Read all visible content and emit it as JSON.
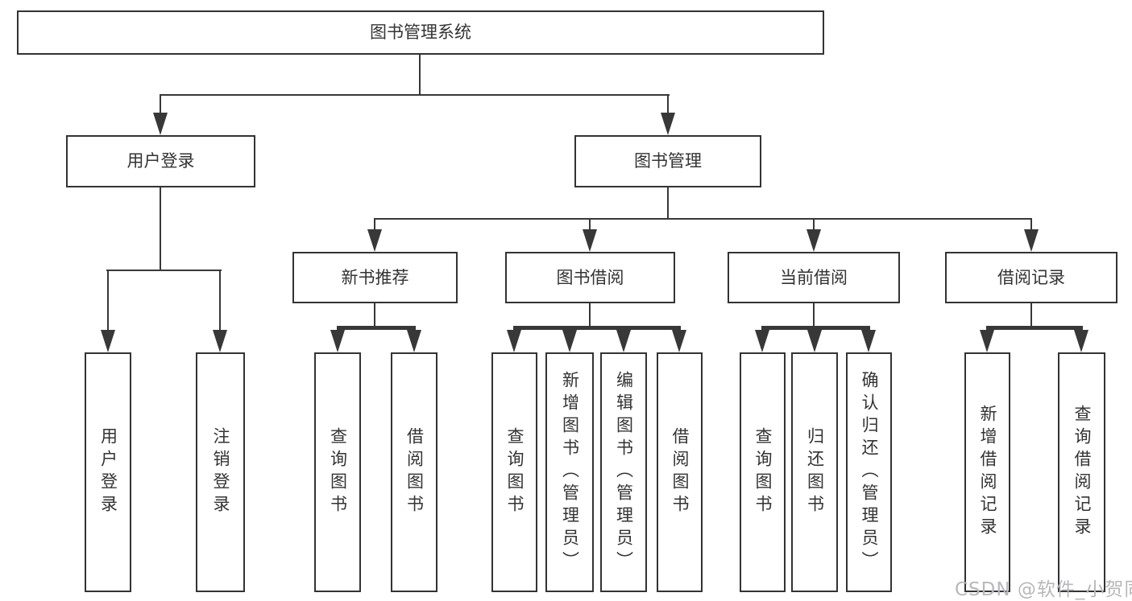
{
  "diagram": {
    "title": "图书管理系统",
    "branches": {
      "user_login": {
        "label": "用户登录",
        "children": [
          "用户登录",
          "注销登录"
        ]
      },
      "book_management": {
        "label": "图书管理",
        "sections": [
          {
            "label": "新书推荐",
            "children": [
              "查询图书",
              "借阅图书"
            ]
          },
          {
            "label": "图书借阅",
            "children": [
              "查询图书",
              "新增图书（管理员）",
              "编辑图书（管理员）",
              "借阅图书"
            ]
          },
          {
            "label": "当前借阅",
            "children": [
              "查询图书",
              "归还图书",
              "确认归还（管理员）"
            ]
          },
          {
            "label": "借阅记录",
            "children": [
              "新增借阅记录",
              "查询借阅记录"
            ]
          }
        ]
      }
    }
  },
  "watermark": {
    "text": "CSDN @软件_小贺同学"
  },
  "colors": {
    "line": "#383838",
    "box_border": "#333333",
    "text": "#333333",
    "watermark": "#b8b8bc",
    "background": "#ffffff"
  }
}
